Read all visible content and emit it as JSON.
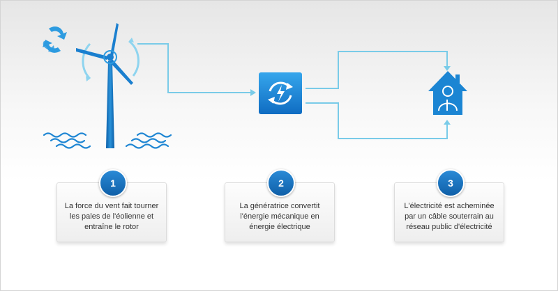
{
  "colors": {
    "accent": "#1a8ad8",
    "line": "#79cbe8",
    "text": "#333333"
  },
  "steps": [
    {
      "number": "1",
      "text": "La force du vent fait tourner les pales de l'éolienne et entraîne le rotor"
    },
    {
      "number": "2",
      "text": "La génératrice convertit l'énergie mécanique en énergie électrique"
    },
    {
      "number": "3",
      "text": "L'électricité est acheminée par un câble souterrain au réseau public d'électricité"
    }
  ],
  "icons": [
    "rotation-arrows-icon",
    "wind-turbine-icon",
    "waves-icon",
    "generator-icon",
    "house-icon"
  ]
}
